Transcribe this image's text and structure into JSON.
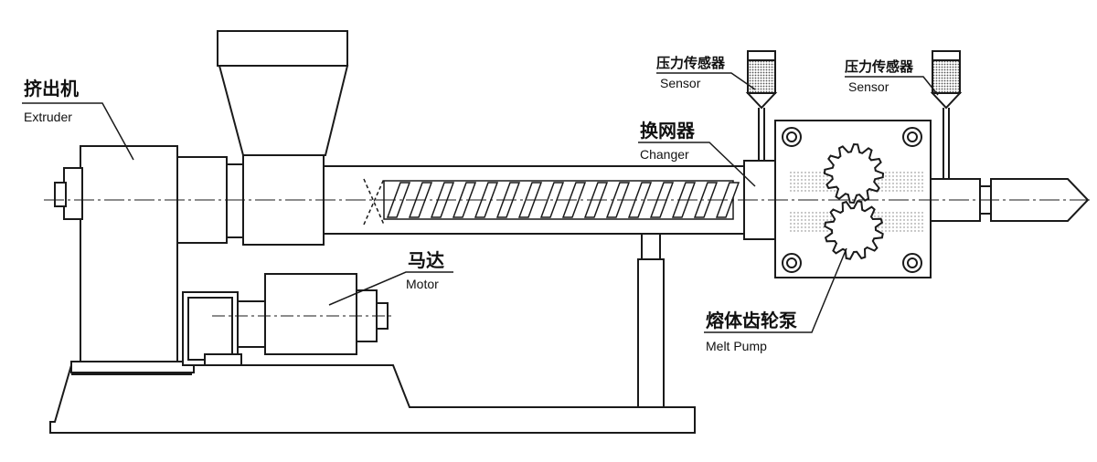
{
  "labels": {
    "extruder": {
      "cn": "挤出机",
      "en": "Extruder"
    },
    "motor": {
      "cn": "马达",
      "en": "Motor"
    },
    "changer": {
      "cn": "换网器",
      "en": "Changer"
    },
    "melt_pump": {
      "cn": "熔体齿轮泵",
      "en": "Melt Pump"
    },
    "sensor_1": {
      "cn": "压力传感器",
      "en": "Sensor"
    },
    "sensor_2": {
      "cn": "压力传感器",
      "en": "Sensor"
    }
  },
  "colors": {
    "line": "#1a1a1a",
    "background": "#ffffff"
  }
}
